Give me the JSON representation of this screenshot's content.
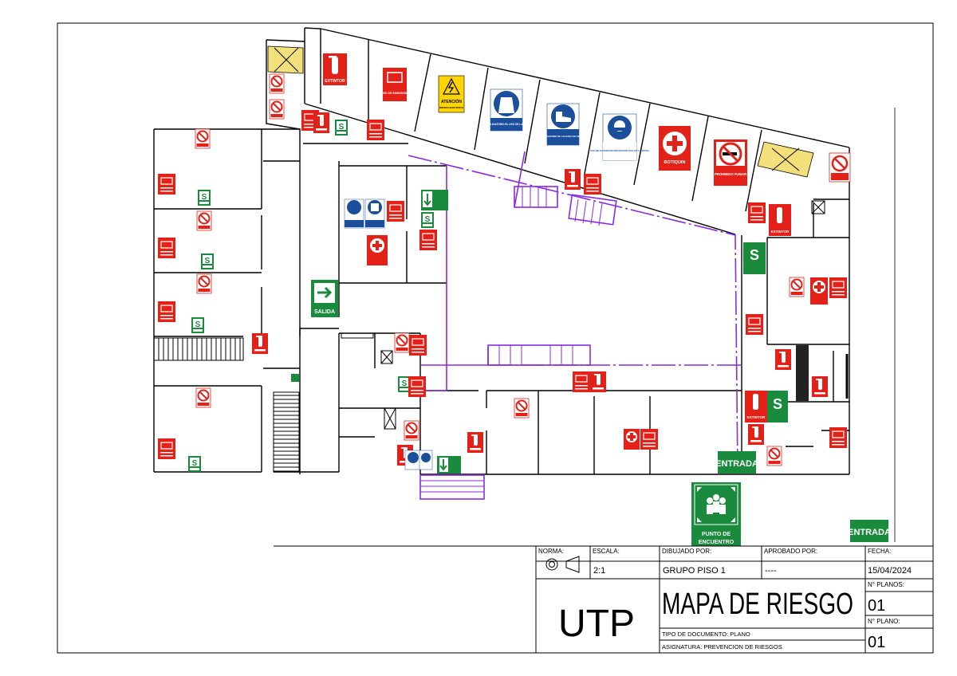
{
  "colors": {
    "wall": "#000000",
    "route": "#8a2be2",
    "sign_red": "#e32119",
    "sign_green": "#1a8a3c",
    "sign_blue": "#1b4f9c",
    "sign_yellow": "#ffd400"
  },
  "sign_text": {
    "extintor": "EXTINTOR",
    "luces": "LUCES DE EMERGENCIA",
    "atencion": "ATENCIÓN",
    "atencion_sub": "RIESGO ELÉCTRICO",
    "bata": "ES OBLIGATORIO EL USO DE LA BATA",
    "calzado": "USO OBLIGATORIO DE CALZADO DE SEGURIDAD",
    "proteccion": "USO OBLIGATORIO DE PROTECCIÓN OCULAR Y AUDITIVA",
    "botiquin": "BOTIQUIN",
    "fumar": "PROHIBIDO FUMAR",
    "salida": "SALIDA",
    "entrada": "ENTRADA",
    "punto": "PUNTO DE ENCUENTRO"
  },
  "title_block": {
    "norma_label": "NORMA:",
    "escala_label": "ESCALA:",
    "escala_value": "2:1",
    "dibujado_label": "DIBUJADO POR:",
    "dibujado_value": "GRUPO PISO 1",
    "aprobado_label": "APROBADO POR:",
    "aprobado_value": "----",
    "fecha_label": "FECHA:",
    "fecha_value": "15/04/2024",
    "logo": "UTP",
    "title": "MAPA DE RIESGO",
    "n_planos_label": "N° PLANOS:",
    "n_planos_value": "01",
    "n_plano_label": "N° PLANO:",
    "n_plano_value": "01",
    "tipo": "TIPO DE DOCUMENTO: PLANO",
    "asignatura": "ASIGNATURA: PREVENCION DE RIESGOS"
  }
}
